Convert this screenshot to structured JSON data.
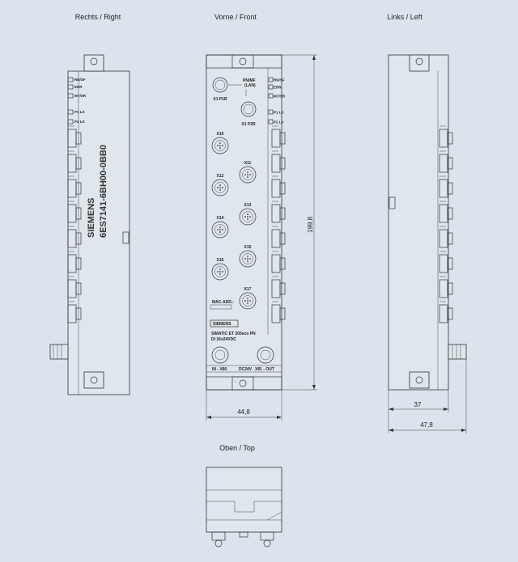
{
  "views": {
    "right": "Rechts / Right",
    "front": "Vorne / Front",
    "left": "Links / Left",
    "top": "Oben / Top"
  },
  "dimensions": {
    "height": "199,8",
    "width_front": "44,8",
    "depth_37": "37",
    "depth_478": "47,8"
  },
  "side_label": {
    "brand": "SIEMENS",
    "part_number": "6ES7141-6BH00-0BB0"
  },
  "front": {
    "port_p1r": "X1 P1R",
    "port_p2r": "X1 P2R",
    "pn_label": "PN/MF\n(LAN)",
    "connectors": [
      "X10",
      "X11",
      "X12",
      "X13",
      "X14",
      "X15",
      "X16",
      "X17"
    ],
    "mac_label": "MAC-ADD.:",
    "brand": "SIEMENS",
    "product_line1": "SIMATIC ET 200eco PN",
    "product_line2": "DI 16x24VDC",
    "power_left": "IN - X80",
    "power_mid": "DC24V",
    "power_right": "X81 - OUT",
    "leds": [
      "RN/SF",
      "ERR",
      "MT/SR",
      "P1 LK",
      "P2 LK"
    ]
  },
  "led_labels": {
    "l1": "RN/SF",
    "l2": "ERR",
    "l3": "MT/SR",
    "l4": "P1 LK",
    "l5": "P2 LK"
  }
}
